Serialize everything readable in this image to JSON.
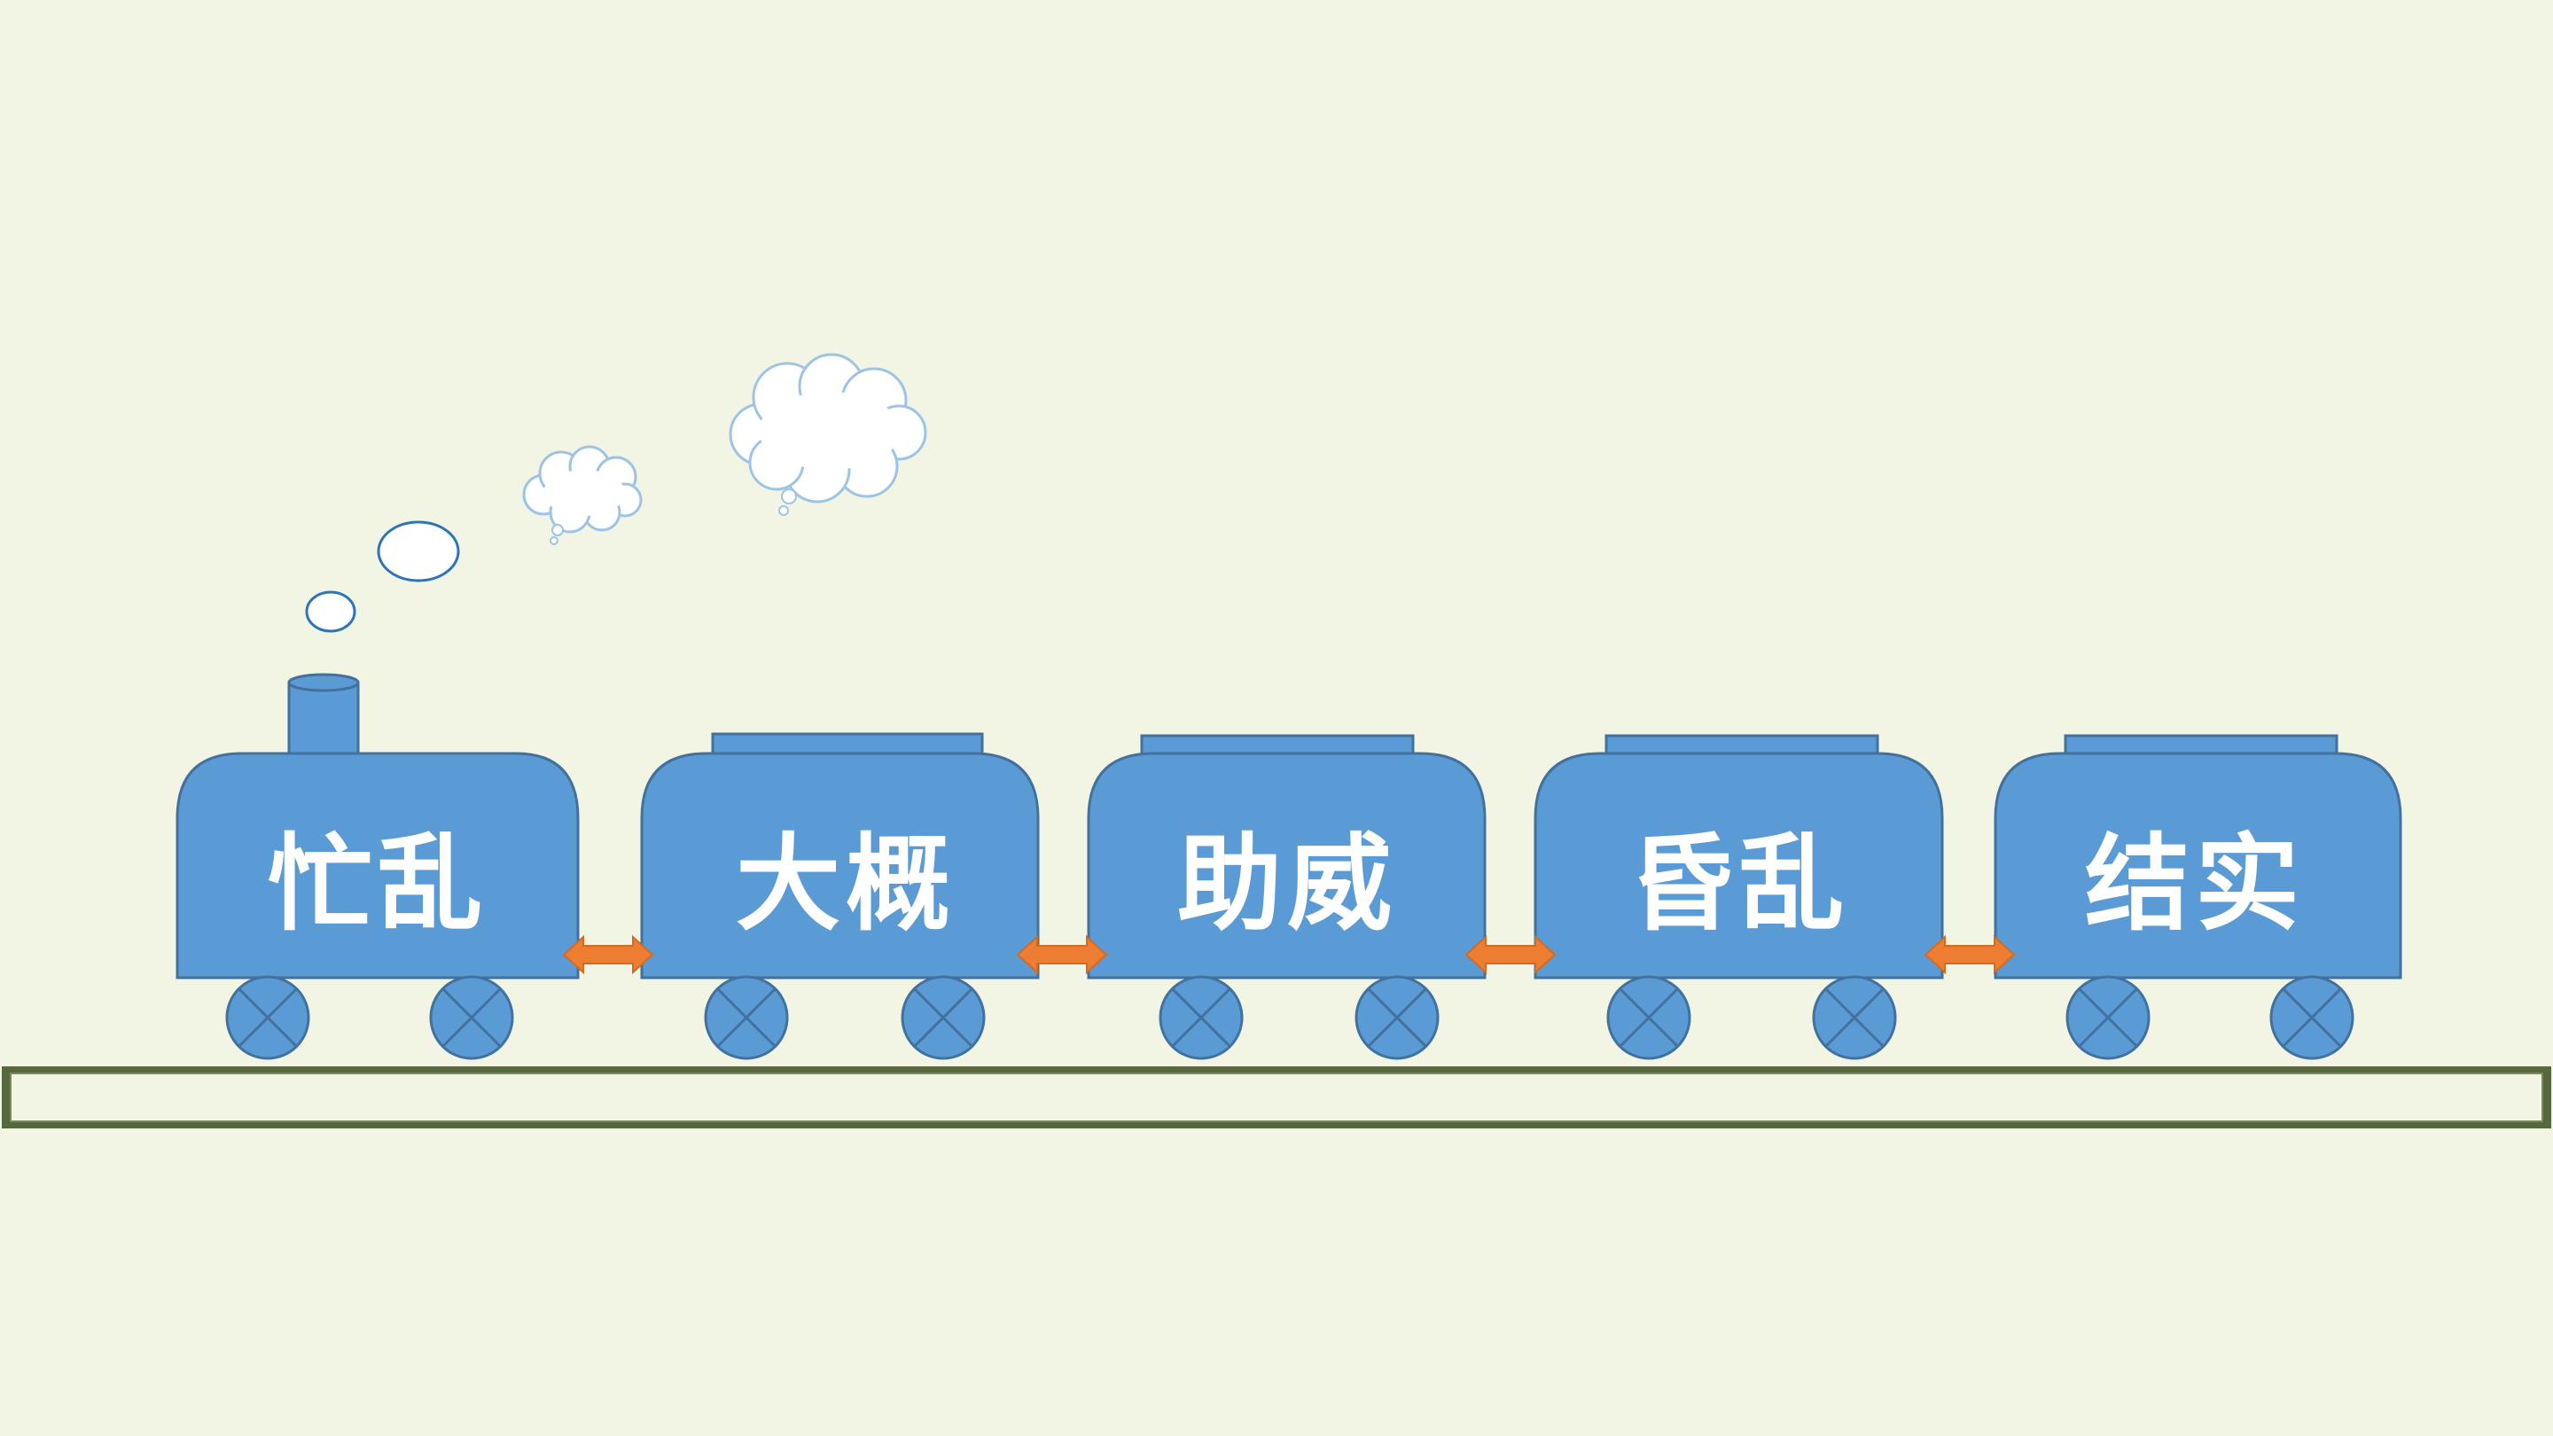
{
  "scene": {
    "cars": [
      {
        "label": "忙乱",
        "kind": "locomotive"
      },
      {
        "label": "大概",
        "kind": "wagon"
      },
      {
        "label": "助威",
        "kind": "wagon"
      },
      {
        "label": "昏乱",
        "kind": "wagon"
      },
      {
        "label": "结实",
        "kind": "wagon"
      }
    ]
  },
  "colors": {
    "background": "#f2f5e4",
    "car_fill": "#5b9bd5",
    "car_stroke": "#41719c",
    "coupler": "#ed7d31",
    "track_stroke": "#56683e",
    "smoke_stroke": "#2e75b6",
    "cloud_stroke": "#9dc3e6"
  },
  "icons": [
    "smoke-cloud-icon",
    "wheel-icon",
    "double-arrow-coupler-icon",
    "chimney-icon"
  ]
}
